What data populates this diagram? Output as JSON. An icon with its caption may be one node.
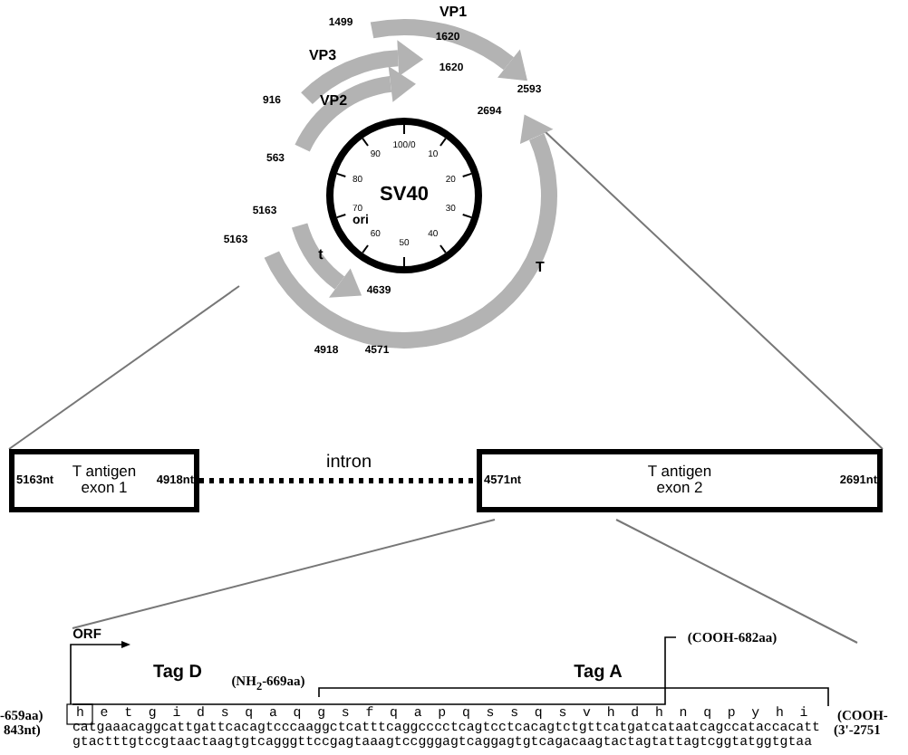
{
  "diagram": {
    "nodes": [
      {
        "text": [
          "SV40"
        ]
      },
      {
        "text": [
          "5163nt",
          "T antigen exon 1",
          "4918nt"
        ]
      },
      {
        "text": [
          "4571nt",
          "T antigen exon 2",
          "2691nt"
        ]
      }
    ],
    "edges": [
      {
        "from": 1,
        "to": 2,
        "arrow": "none",
        "label": "intron",
        "style": "dashed"
      }
    ],
    "labels": [
      "VP1",
      "1499",
      "VP3",
      "1620",
      "916",
      "VP2",
      "1620",
      "563",
      "2593",
      "2694",
      "5163",
      "t",
      "5163",
      "4639",
      "4918",
      "4571",
      "T",
      "100/0",
      "10",
      "20",
      "30",
      "40",
      "50",
      "60",
      "70",
      "80",
      "90",
      "ori",
      "(COOH-682aa)",
      "ORF",
      "Tag D",
      "(NH$_{2}$-669aa)",
      "Tag A",
      "-659aa)",
      "h e t g i d s q a q g s f q a p q s s q s v h d h n q p y h i",
      "(COOH-",
      "843nt)",
      "catgaaacaggcattgattcacagtcccaaggctcatttcaggcccctcagtcctcacagtctgttcatgatcataatcagccataccacatt",
      "(3'-2751",
      "gtactttgtccgtaactaagtgtcagggttccgagtaaagtccgggagtcaggagtgtcagacaagtactagtattagtcggtatggtgtaa"
    ]
  }
}
